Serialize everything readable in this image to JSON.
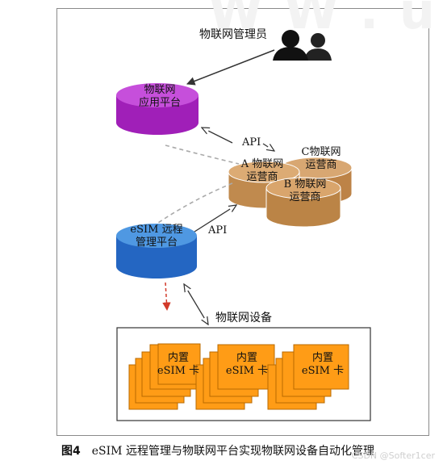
{
  "nodes": {
    "admin": "物联网管理员",
    "app_platform": [
      "物联网",
      "应用平台"
    ],
    "operator_a": [
      "A 物联网",
      "运营商"
    ],
    "operator_b": [
      "B 物联网",
      "运营商"
    ],
    "operator_c": [
      "C物联网",
      "运营商"
    ],
    "esim_platform": [
      "eSIM 远程",
      "管理平台"
    ],
    "device": "物联网设备",
    "card": [
      "内置",
      "eSIM 卡"
    ]
  },
  "edges": {
    "api_top": "API",
    "api_mid": "API"
  },
  "caption": {
    "fig": "图4",
    "text": "eSIM 远程管理与物联网平台实现物联网设备自动化管理"
  },
  "watermark": "CSDN @Softer1cer",
  "colors": {
    "app": "#a020b8",
    "operator": "#c08a4e",
    "esim": "#2a78cc",
    "card": "#ff9c16"
  }
}
